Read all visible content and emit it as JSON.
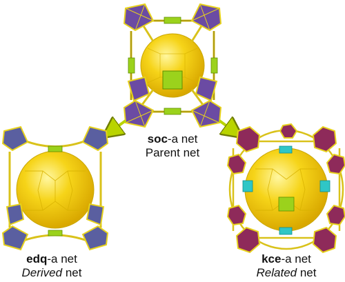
{
  "nets": {
    "soc": {
      "name": "soc",
      "suffix": "-a net",
      "role": "Parent",
      "role_suffix": " net"
    },
    "edq": {
      "name": "edq",
      "suffix": "-a net",
      "role": "Derived",
      "role_suffix": " net"
    },
    "kce": {
      "name": "kce",
      "suffix": "-a net",
      "role": "Related",
      "role_suffix": " net"
    }
  },
  "colors": {
    "sphere": "#F6D419",
    "sphere_edge": "#C9A600",
    "frame": "#D9C21A",
    "soc_octahedra": "#6B4BA3",
    "edq_octahedra": "#5A5FA0",
    "kce_polyhedra": "#8E2A5A",
    "square_face": "#9BD21C",
    "kce_square_face": "#2FC6C6",
    "arrow": "#B9D400"
  }
}
